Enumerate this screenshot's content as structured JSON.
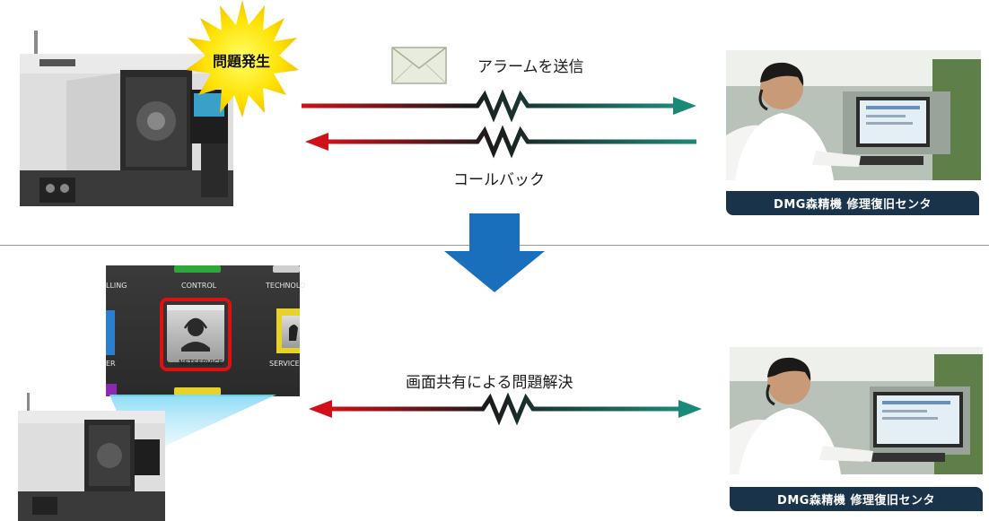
{
  "top": {
    "alert_burst": "問題発生",
    "send_alarm_label": "アラームを送信",
    "callback_label": "コールバック",
    "center_tag": "DMG森精機 修理復旧センタ"
  },
  "bottom": {
    "screen_share_label": "画面共有による問題解決",
    "center_tag": "DMG森精機 修理復旧センタ",
    "panel": {
      "top_labels": [
        "LLING",
        "CONTROL",
        "TECHNOLO"
      ],
      "mid_labels": [
        "ER",
        "NETSERVICE",
        "SERVICE"
      ]
    }
  },
  "colors": {
    "arrow_red": "#c8101a",
    "arrow_teal": "#1a8a78",
    "down_arrow": "#1a6fbd",
    "tag_bg": "#19344a",
    "highlight": "#e01010"
  },
  "icons": [
    "envelope-icon",
    "zigzag-icon",
    "headset-operator-icon",
    "service-person-icon"
  ]
}
